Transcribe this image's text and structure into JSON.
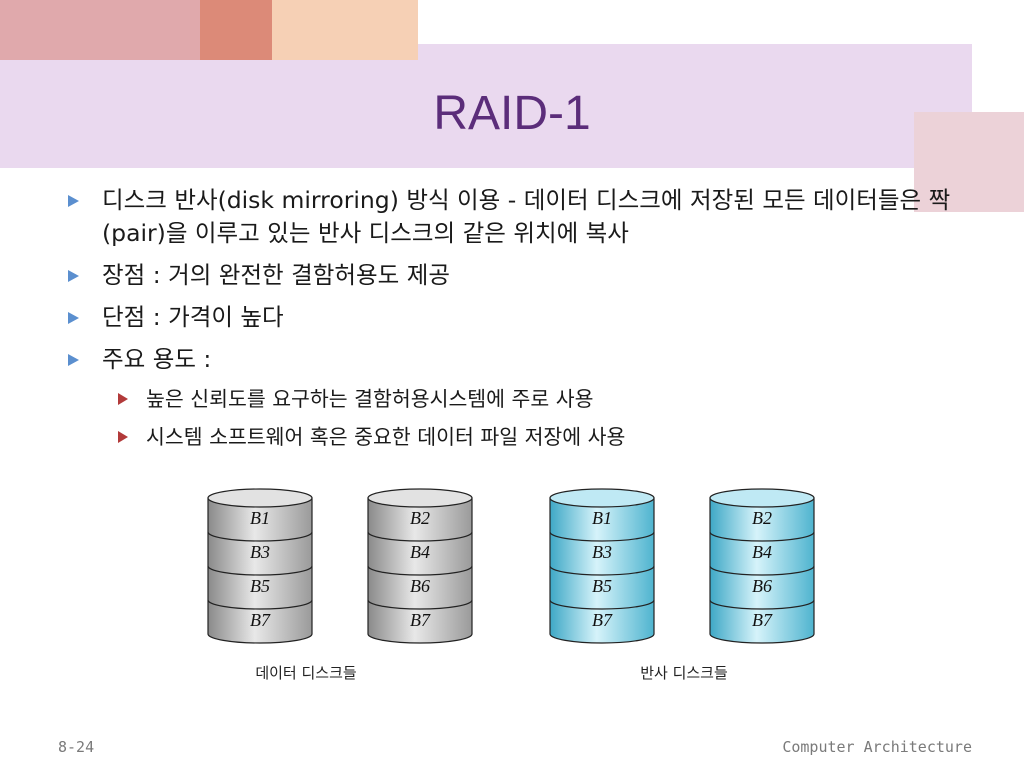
{
  "slide": {
    "title": "RAID-1",
    "bullets": [
      {
        "text": "디스크 반사(disk mirroring) 방식 이용 - 데이터 디스크에 저장된 모든 데이터들은 짝(pair)을 이루고 있는 반사 디스크의 같은 위치에 복사"
      },
      {
        "text": "장점 : 거의 완전한 결함허용도 제공"
      },
      {
        "text": "단점 : 가격이 높다"
      },
      {
        "text": "주요 용도 :",
        "sub": [
          "높은 신뢰도를 요구하는 결함허용시스템에 주로 사용",
          "시스템 소프트웨어 혹은 중요한 데이터 파일 저장에 사용"
        ]
      }
    ]
  },
  "diagram": {
    "data_disks_label": "데이터 디스크들",
    "mirror_disks_label": "반사 디스크들",
    "disks": [
      {
        "group": "data",
        "blocks": [
          "B1",
          "B3",
          "B5",
          "B7"
        ]
      },
      {
        "group": "data",
        "blocks": [
          "B2",
          "B4",
          "B6",
          "B7"
        ]
      },
      {
        "group": "mirror",
        "blocks": [
          "B1",
          "B3",
          "B5",
          "B7"
        ]
      },
      {
        "group": "mirror",
        "blocks": [
          "B2",
          "B4",
          "B6",
          "B7"
        ]
      }
    ],
    "colors": {
      "data": "#c8c8c8",
      "mirror": "#9fdceb"
    }
  },
  "footer": {
    "page": "8-24",
    "course": "Computer Architecture"
  }
}
